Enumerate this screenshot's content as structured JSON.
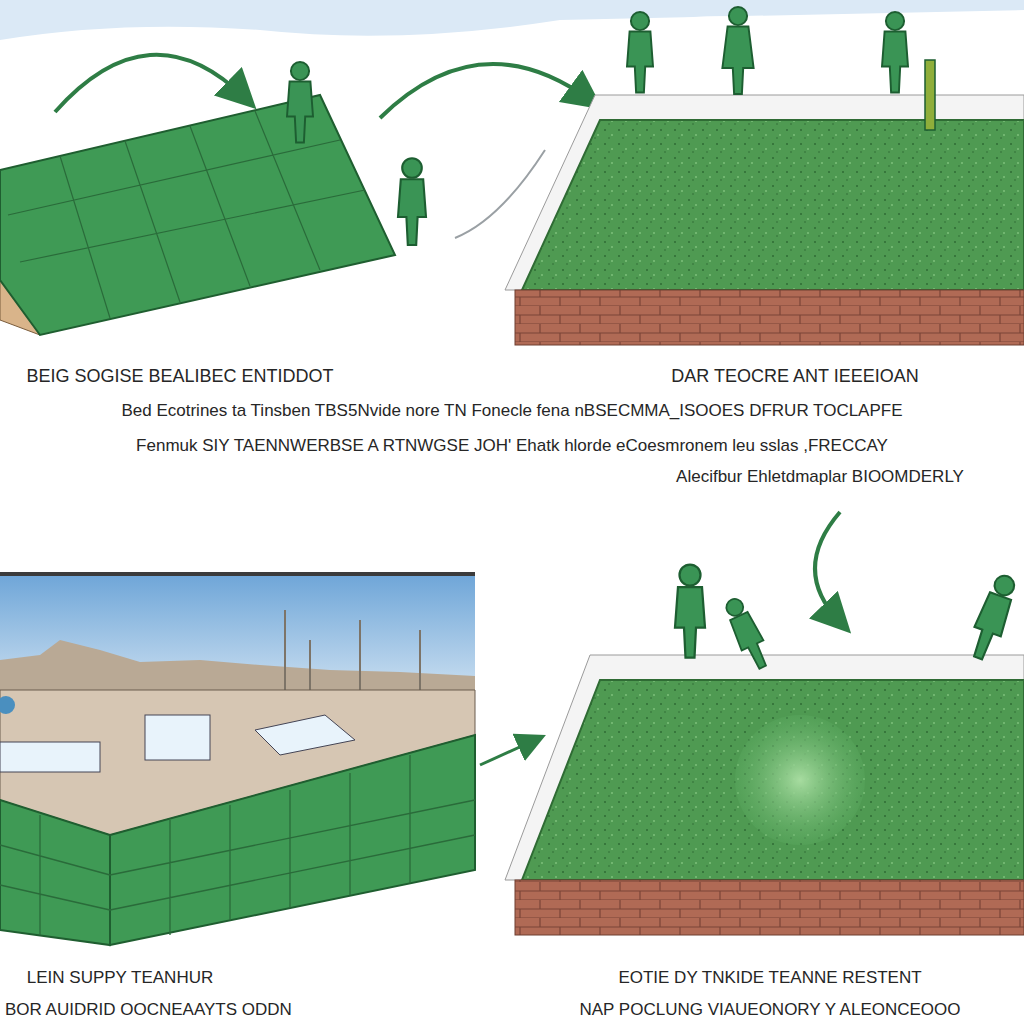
{
  "diagram": {
    "labels": [
      "BEIG SOGISE BEALIBEC ENTIDDOT",
      "DAR TEOCRE ANT IEEEIOAN",
      "Bed Ecotrines ta Tinsben TBS5Nvide nore TN Fonecle fena nBSECMMA_ISOOES DFRUR TOCLAPFE",
      "Fenmuk SIY TAENNWERBSE A RTNWGSE JOH' Ehatk hlorde eCoesmronem leu sslas ,FRECCAY",
      "Alecifbur Ehletdmaplar BIOOMDERLY",
      "LEIN SUPPY TEANHUR",
      "BOR AUIDRID OOCNEAAYTS ODDN",
      "EOTIE DY TNKIDE TEANNE RESTENT",
      "NAP POCLUNG VIAUEONORY Y ALEONCEOOO"
    ]
  }
}
